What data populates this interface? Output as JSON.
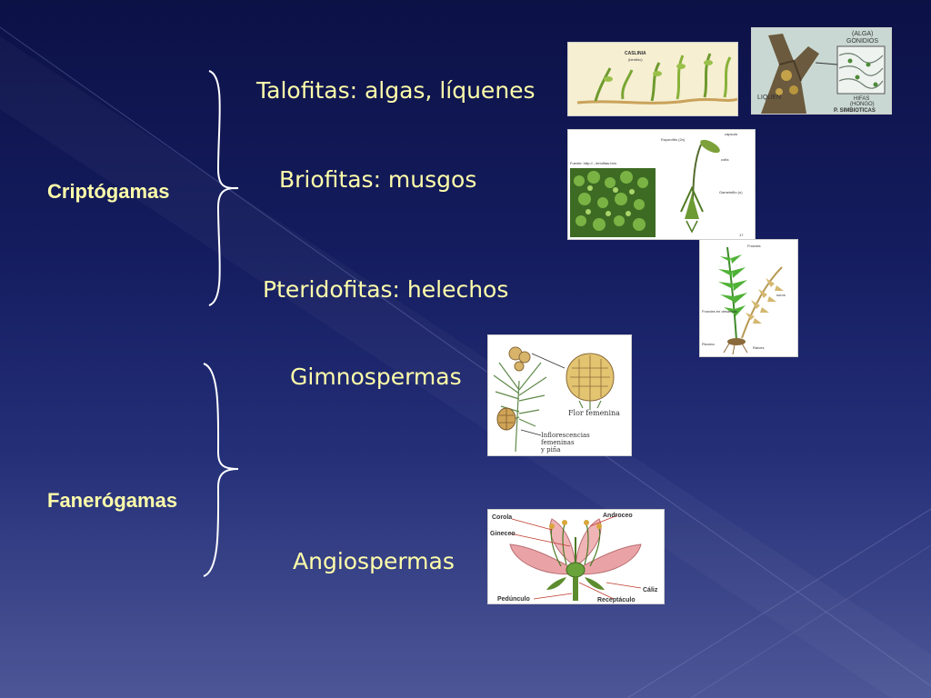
{
  "groups": [
    {
      "label": "Criptógamas",
      "items": [
        "Talofitas: algas, líquenes",
        "Briofitas: musgos",
        "Pteridofitas: helechos"
      ]
    },
    {
      "label": "Fanerógamas",
      "items": [
        "Gimnospermas",
        "Angiospermas"
      ]
    }
  ],
  "figures": {
    "alga": {
      "label": "CASLINIA",
      "sublabel": "(benthic)"
    },
    "lichen": {
      "top_label": "(ALGA)",
      "top_label2": "GONIDIOS",
      "left_label": "LIQUEN",
      "right_label": "HIFAS",
      "right_label2": "(HONGO)",
      "bottom_label": "P. SIMBIOTICAS"
    },
    "moss": {
      "source": "Fuente: http://.../briofitas.htm",
      "capsule": "cápsula",
      "sporophyte": "Esporofito (2n)",
      "hood": "cofia",
      "gametophyte": "Gametofito (n)",
      "page": "17"
    },
    "fern": {
      "fronds": "Frondes",
      "sori": "soros",
      "young_fronds": "Frondes en desarrollo",
      "rhizome": "Rizoma",
      "roots": "Raíces"
    },
    "gymno": {
      "female_flower": "Flor femenina",
      "inflorescence1": "Inflorescencias",
      "inflorescence2": "femeninas",
      "inflorescence3": "y piña"
    },
    "angio": {
      "corolla": "Corola",
      "androecium": "Androceo",
      "gynoecium": "Gineceo",
      "calyx": "Cáliz",
      "peduncle": "Pedúnculo",
      "receptacle": "Receptáculo"
    }
  },
  "colors": {
    "label_text": "#ffffaa",
    "brace": "#ffffff",
    "bg_top": "#0c1146",
    "bg_bottom": "#4d5797"
  }
}
